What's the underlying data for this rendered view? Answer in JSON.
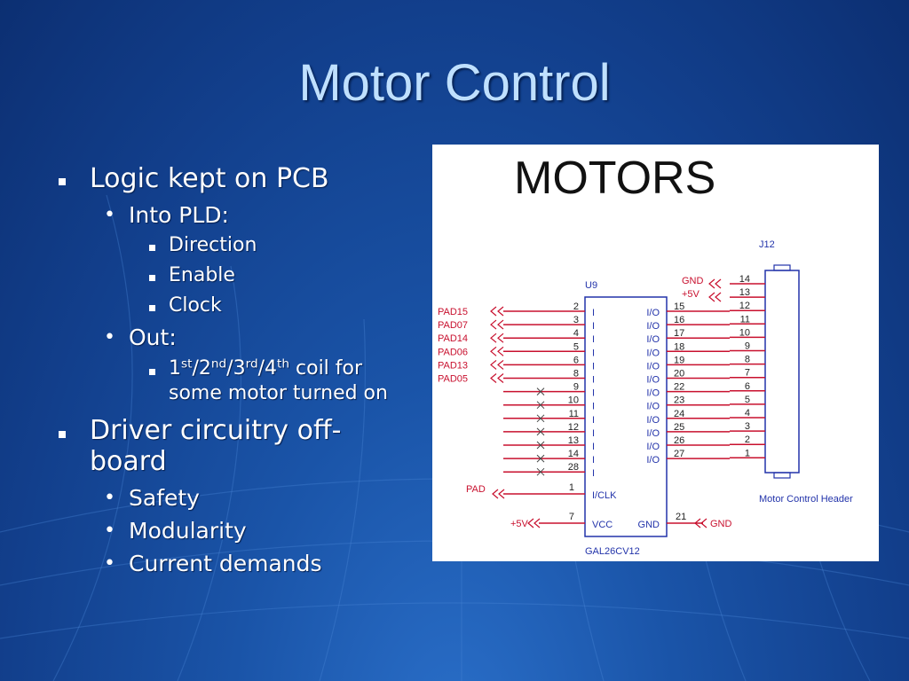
{
  "slide": {
    "title": "Motor Control",
    "bullets": {
      "logic": "Logic kept on PCB",
      "into_pld": "Into PLD:",
      "direction": "Direction",
      "enable": "Enable",
      "clock": "Clock",
      "out": "Out:",
      "coil_1": "1",
      "coil_st": "st",
      "coil_2": "/2",
      "coil_nd": "nd",
      "coil_3": "/3",
      "coil_rd": "rd",
      "coil_4": "/4",
      "coil_th": "th",
      "coil_rest": " coil for",
      "coil_line2": "some motor turned on",
      "driver_line1": "Driver circuitry off-",
      "driver_line2": "board",
      "safety": "Safety",
      "modularity": "Modularity",
      "current": "Current demands"
    }
  },
  "schematic": {
    "heading": "MOTORS",
    "chip_ref": "U9",
    "chip_part": "GAL26CV12",
    "header_ref": "J12",
    "header_label": "Motor Control Header",
    "left_nets": [
      "PAD15",
      "PAD07",
      "PAD14",
      "PAD06",
      "PAD13",
      "PAD05"
    ],
    "left_pins": [
      "2",
      "3",
      "4",
      "5",
      "6",
      "8",
      "9",
      "10",
      "11",
      "12",
      "13",
      "14",
      "28"
    ],
    "input_label": "I",
    "io_label": "I/O",
    "right_pins": [
      "15",
      "16",
      "17",
      "18",
      "19",
      "20",
      "22",
      "23",
      "24",
      "25",
      "26",
      "27"
    ],
    "header_pins": [
      "14",
      "13",
      "12",
      "11",
      "10",
      "9",
      "8",
      "7",
      "6",
      "5",
      "4",
      "3",
      "2",
      "1"
    ],
    "gnd_label": "GND",
    "plus5v_label": "+5V",
    "clk_net": "PAD",
    "clk_pin": "1",
    "clk_label": "I/CLK",
    "vcc_pin": "7",
    "vcc_label": "VCC",
    "gnd_pin_label": "GND",
    "gnd_pin": "21",
    "colors": {
      "wire": "#c8102e",
      "chip": "#2233aa",
      "header": "#2233aa",
      "text": "#2233aa",
      "net": "#c8102e"
    }
  }
}
